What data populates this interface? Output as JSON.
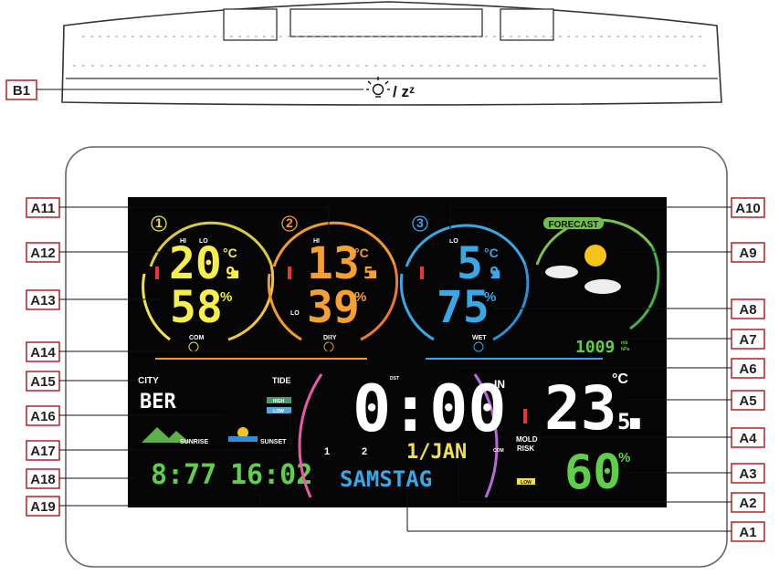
{
  "callouts": {
    "B1": "B1",
    "A1": "A1",
    "A2": "A2",
    "A3": "A3",
    "A4": "A4",
    "A5": "A5",
    "A6": "A6",
    "A7": "A7",
    "A8": "A8",
    "A9": "A9",
    "A10": "A10",
    "A11": "A11",
    "A12": "A12",
    "A13": "A13",
    "A14": "A14",
    "A15": "A15",
    "A16": "A16",
    "A17": "A17",
    "A18": "A18",
    "A19": "A19"
  },
  "top_button": {
    "symbol": "/ zᶻ"
  },
  "channels": [
    {
      "num": "1",
      "hi": "HI",
      "lo": "LO",
      "temp": "20.",
      "temp_dec": "9",
      "unit": "°C",
      "hum": "58",
      "hum_unit": "%",
      "comfort": "COM",
      "color": "#f1e14a"
    },
    {
      "num": "2",
      "hi": "HI",
      "lo": "LO",
      "temp": "13.",
      "temp_dec": "5",
      "unit": "°C",
      "hum": "39",
      "hum_unit": "%",
      "comfort": "DRY",
      "color": "#f29a2e"
    },
    {
      "num": "3",
      "hi": "",
      "lo": "LO",
      "temp": "5.",
      "temp_dec": "9",
      "unit": "°C",
      "hum": "75",
      "hum_unit": "%",
      "comfort": "WET",
      "color": "#3aa7e6"
    }
  ],
  "forecast": {
    "label": "FORECAST",
    "pressure": "1009",
    "pressure_unit_top": "mb",
    "pressure_unit_bottom": "hPa"
  },
  "city": {
    "label": "CITY",
    "code": "BER"
  },
  "tide": {
    "label": "TIDE",
    "high": "HIGH",
    "low": "LOW"
  },
  "sun": {
    "sunrise_label": "SUNRISE",
    "sunset_label": "SUNSET",
    "sunrise": "8:77",
    "sunset": "16:02"
  },
  "clock": {
    "time": "0:00",
    "dst": "DST",
    "date": "1/JAN",
    "weekday": "SAMSTAG",
    "alarm1": "1",
    "alarm2": "2"
  },
  "indoor": {
    "in_label": "IN",
    "temp": "23.",
    "temp_dec": "5",
    "unit": "°C",
    "hum": "60",
    "hum_unit": "%",
    "mold": "MOLD",
    "risk": "RISK",
    "mold_level": "LOW",
    "comfort": "COM"
  },
  "colors": {
    "screen": "#050505",
    "label_border": "#b22222",
    "outline": "#666666"
  }
}
